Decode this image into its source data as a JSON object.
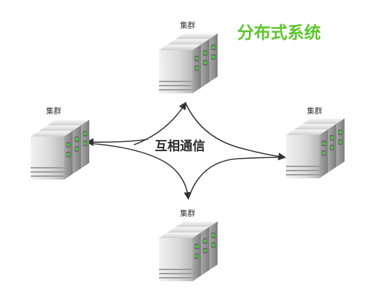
{
  "title": "分布式系统",
  "center_label": "互相通信",
  "clusters": [
    {
      "id": "top",
      "label": "集群"
    },
    {
      "id": "left",
      "label": "集群"
    },
    {
      "id": "right",
      "label": "集群"
    },
    {
      "id": "bottom",
      "label": "集群"
    }
  ],
  "colors": {
    "title": "#5cc52a",
    "arrow": "#333333",
    "server_light": "#e6e6e6",
    "server_dark": "#9a9a9a",
    "led": "#46c83a"
  }
}
